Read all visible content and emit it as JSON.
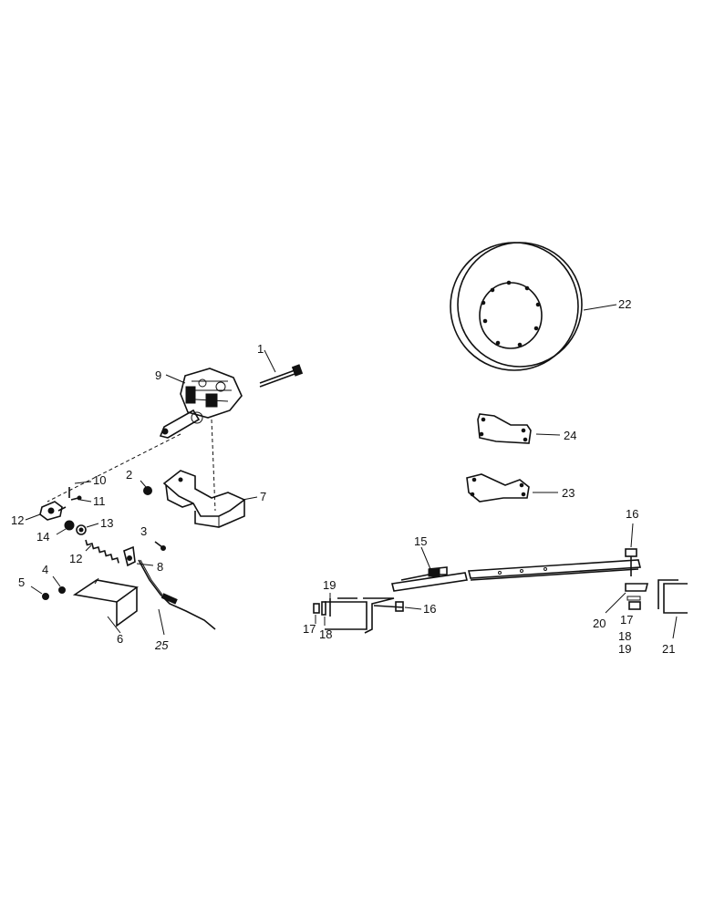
{
  "callouts": {
    "c1": "1",
    "c2": "2",
    "c3": "3",
    "c4": "4",
    "c5": "5",
    "c6": "6",
    "c7": "7",
    "c8": "8",
    "c9": "9",
    "c10": "10",
    "c11": "11",
    "c12a": "12",
    "c12b": "12",
    "c13": "13",
    "c14": "14",
    "c15": "15",
    "c16a": "16",
    "c16b": "16",
    "c17a": "17",
    "c17b": "17",
    "c18a": "18",
    "c18b": "18",
    "c19a": "19",
    "c19b": "19",
    "c20": "20",
    "c21": "21",
    "c22": "22",
    "c23": "23",
    "c24": "24",
    "c25": "25"
  }
}
